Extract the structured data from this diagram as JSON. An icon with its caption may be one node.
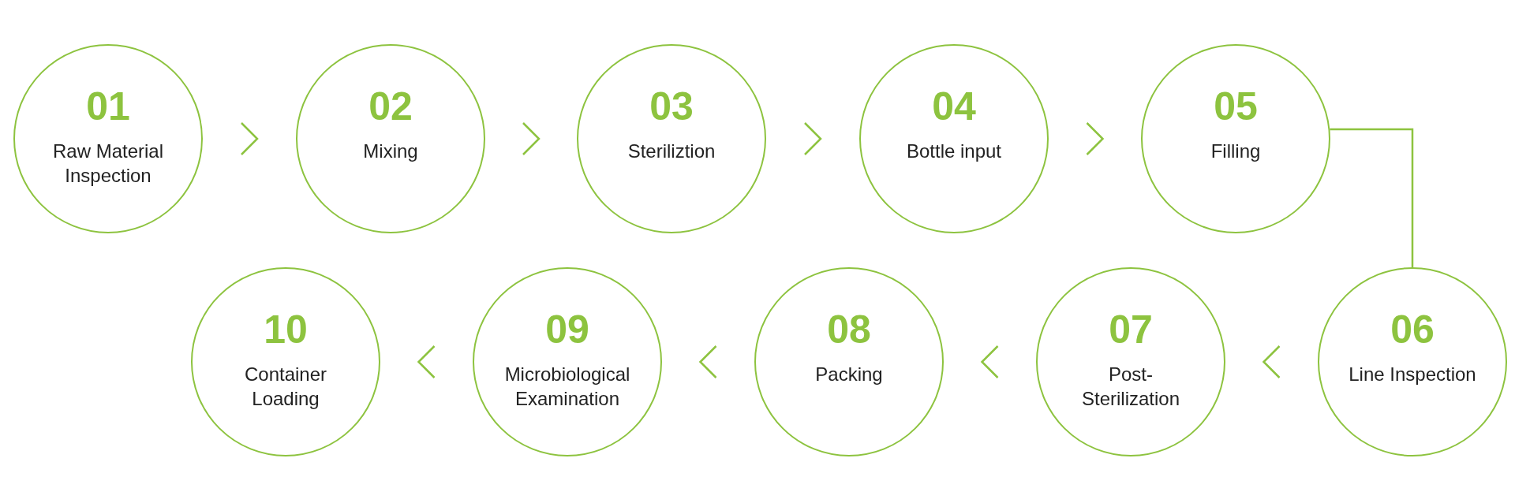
{
  "diagram": {
    "nodes": [
      {
        "text": [
          "01",
          "Raw Material Inspection"
        ]
      },
      {
        "text": [
          "02",
          "Mixing"
        ]
      },
      {
        "text": [
          "03",
          "Steriliztion"
        ]
      },
      {
        "text": [
          "04",
          "Bottle input"
        ]
      },
      {
        "text": [
          "05",
          "Filling"
        ]
      },
      {
        "text": [
          "06",
          "Line Inspection"
        ]
      },
      {
        "text": [
          "07",
          "Post-Sterilization"
        ]
      },
      {
        "text": [
          "08",
          "Packing"
        ]
      },
      {
        "text": [
          "09",
          "Microbiological Examination"
        ]
      },
      {
        "text": [
          "10",
          "Container Loading"
        ]
      }
    ],
    "edges": [
      {
        "from": 0,
        "to": 1,
        "arrow": "to"
      },
      {
        "from": 1,
        "to": 2,
        "arrow": "to"
      },
      {
        "from": 2,
        "to": 3,
        "arrow": "to"
      },
      {
        "from": 3,
        "to": 4,
        "arrow": "to"
      },
      {
        "from": 4,
        "to": 5,
        "arrow": "none"
      },
      {
        "from": 5,
        "to": 6,
        "arrow": "to"
      },
      {
        "from": 6,
        "to": 7,
        "arrow": "to"
      },
      {
        "from": 7,
        "to": 8,
        "arrow": "to"
      },
      {
        "from": 8,
        "to": 9,
        "arrow": "to"
      }
    ]
  }
}
